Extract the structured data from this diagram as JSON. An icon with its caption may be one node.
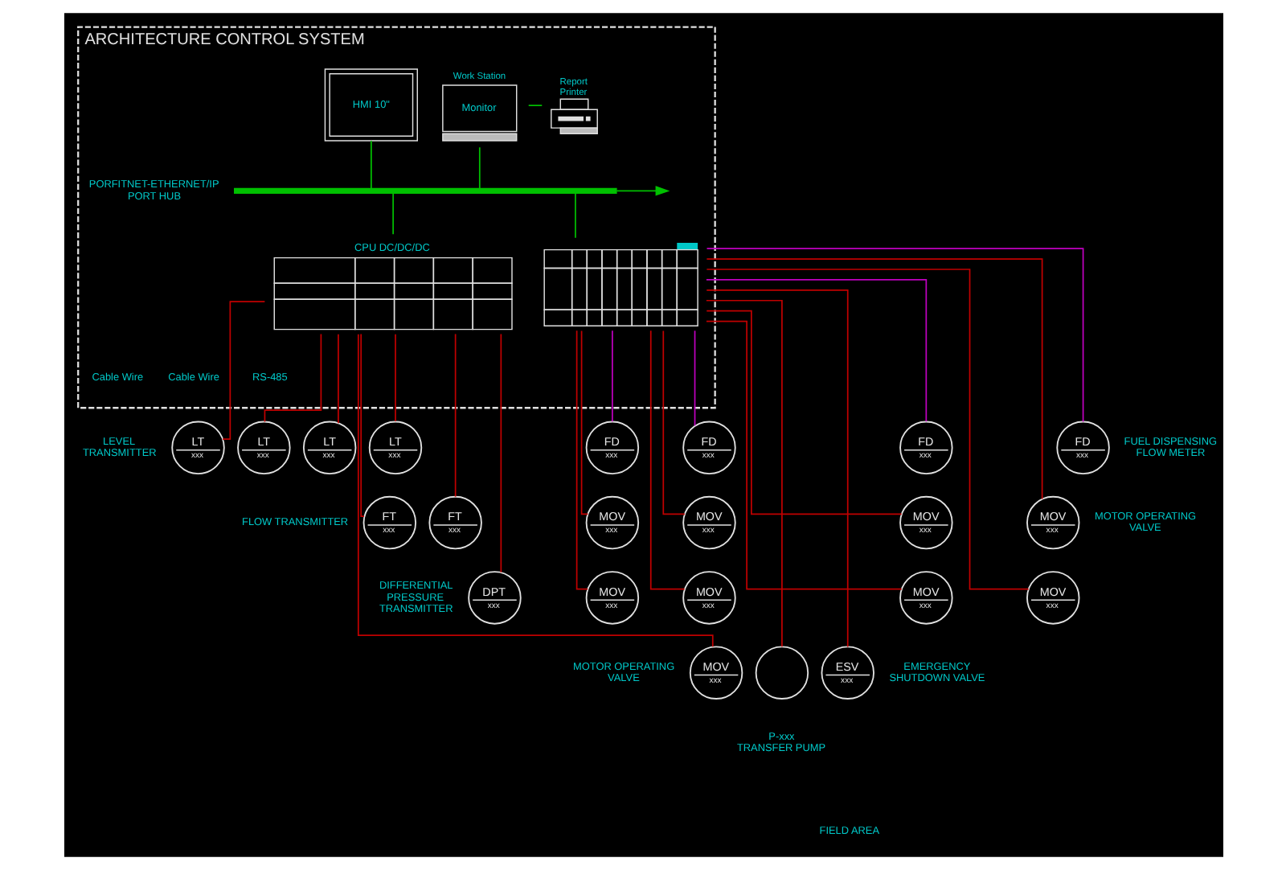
{
  "diagram": {
    "nodes": [
      {
        "text": [
          "ARCHITECTURE CONTROL SYSTEM"
        ]
      },
      {
        "text": [
          "HMI 10\""
        ],
        "in": 0
      },
      {
        "text": [
          "Monitor"
        ],
        "beside": [
          "Work Station"
        ],
        "in": 0
      },
      {
        "text": [],
        "shape": "picture",
        "beside": [
          "Report Printer"
        ],
        "in": 0
      },
      {
        "text": [],
        "shape": "bar",
        "beside": [
          "PORFITNET-ETHERNET/IP",
          "PORT HUB"
        ],
        "in": 0
      },
      {
        "text": [
          "CPU DC/DC/DC"
        ],
        "in": 0
      },
      {
        "text": [],
        "shape": "picture",
        "in": 0
      },
      {
        "text": [
          "LT",
          "xxx"
        ],
        "beside": [
          "LEVEL TRANSMITTER"
        ]
      },
      {
        "text": [
          "LT",
          "xxx"
        ]
      },
      {
        "text": [
          "LT",
          "xxx"
        ]
      },
      {
        "text": [
          "LT",
          "xxx"
        ]
      },
      {
        "text": [
          "FD",
          "xxx"
        ]
      },
      {
        "text": [
          "FD",
          "xxx"
        ]
      },
      {
        "text": [
          "FD",
          "xxx"
        ]
      },
      {
        "text": [
          "FD",
          "xxx"
        ],
        "beside": [
          "FUEL DISPENSING FLOW METER"
        ]
      },
      {
        "text": [
          "FT",
          "xxx"
        ],
        "beside": [
          "FLOW TRANSMITTER"
        ]
      },
      {
        "text": [
          "FT",
          "xxx"
        ]
      },
      {
        "text": [
          "MOV",
          "xxx"
        ]
      },
      {
        "text": [
          "MOV",
          "xxx"
        ]
      },
      {
        "text": [
          "MOV",
          "xxx"
        ]
      },
      {
        "text": [
          "MOV",
          "xxx"
        ],
        "beside": [
          "MOTOR OPERATING VALVE"
        ]
      },
      {
        "text": [
          "DPT",
          "xxx"
        ],
        "beside": [
          "DIFFERENTIAL PRESSURE TRANSMITTER"
        ]
      },
      {
        "text": [
          "MOV",
          "xxx"
        ]
      },
      {
        "text": [
          "MOV",
          "xxx"
        ]
      },
      {
        "text": [
          "MOV",
          "xxx"
        ]
      },
      {
        "text": [
          "MOV",
          "xxx"
        ]
      },
      {
        "text": [
          "MOV",
          "xxx"
        ],
        "beside": [
          "MOTOR OPERATING VALVE"
        ]
      },
      {
        "text": [],
        "shape": "circle",
        "beside": [
          "P-xxx",
          "TRANSFER PUMP"
        ]
      },
      {
        "text": [
          "ESV",
          "xxx"
        ],
        "beside": [
          "EMERGENCY SHUTDOWN VALVE"
        ]
      }
    ],
    "edges": [
      {
        "from": 1,
        "to": 4,
        "arrow": "none",
        "color": "#00c000"
      },
      {
        "from": 2,
        "to": 3,
        "arrow": "none",
        "color": "#00c000"
      },
      {
        "from": 2,
        "to": 4,
        "arrow": "none",
        "color": "#00c000"
      },
      {
        "from": 4,
        "to": 5,
        "arrow": "none",
        "color": "#00c000"
      },
      {
        "from": 4,
        "to": 6,
        "arrow": "none",
        "color": "#00c000"
      },
      {
        "from": 4,
        "to": null,
        "arrow": "to",
        "color": "#00c000"
      },
      {
        "from": 5,
        "to": 7,
        "arrow": "none"
      },
      {
        "from": 5,
        "to": 8,
        "arrow": "none"
      },
      {
        "from": 5,
        "to": 9,
        "arrow": "none"
      },
      {
        "from": 5,
        "to": 10,
        "arrow": "none"
      },
      {
        "from": 5,
        "to": 15,
        "arrow": "none"
      },
      {
        "from": 5,
        "to": 16,
        "arrow": "none"
      },
      {
        "from": 5,
        "to": 21,
        "arrow": "none"
      },
      {
        "from": 5,
        "to": 26,
        "arrow": "none"
      },
      {
        "from": 6,
        "to": 11,
        "arrow": "none",
        "color": "#c000c0"
      },
      {
        "from": 6,
        "to": 12,
        "arrow": "none",
        "color": "#c000c0"
      },
      {
        "from": 6,
        "to": 13,
        "arrow": "none",
        "color": "#c000c0"
      },
      {
        "from": 6,
        "to": 14,
        "arrow": "none",
        "color": "#c000c0"
      },
      {
        "from": 6,
        "to": 17,
        "arrow": "none"
      },
      {
        "from": 6,
        "to": 18,
        "arrow": "none"
      },
      {
        "from": 6,
        "to": 19,
        "arrow": "none"
      },
      {
        "from": 6,
        "to": 20,
        "arrow": "none"
      },
      {
        "from": 6,
        "to": 22,
        "arrow": "none"
      },
      {
        "from": 6,
        "to": 23,
        "arrow": "none"
      },
      {
        "from": 6,
        "to": 24,
        "arrow": "none"
      },
      {
        "from": 6,
        "to": 25,
        "arrow": "none"
      },
      {
        "from": 6,
        "to": 27,
        "arrow": "none"
      },
      {
        "from": 6,
        "to": 28,
        "arrow": "none"
      }
    ],
    "labels": [
      "Cable Wire",
      "Cable Wire",
      "RS-485",
      "FIELD AREA"
    ]
  }
}
